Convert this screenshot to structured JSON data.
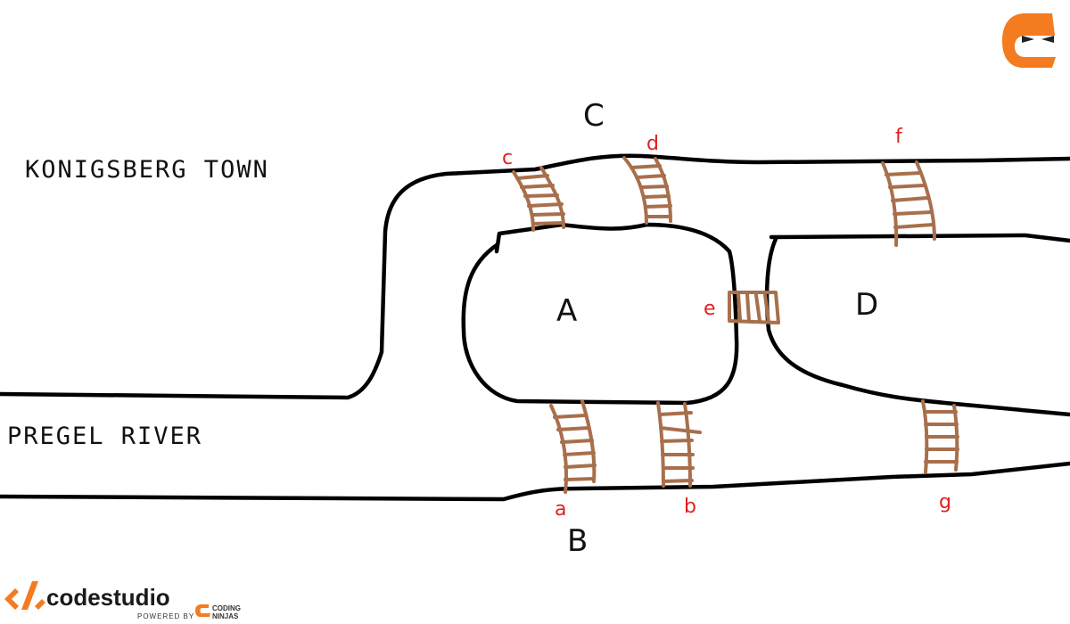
{
  "town_label": "KONIGSBERG TOWN",
  "river_label": "PREGEL RIVER",
  "regions": {
    "A": "A",
    "B": "B",
    "C": "C",
    "D": "D"
  },
  "bridges": {
    "a": "a",
    "b": "b",
    "c": "c",
    "d": "d",
    "e": "e",
    "f": "f",
    "g": "g"
  },
  "footer": {
    "brand": "codestudio",
    "powered_by": "POWERED BY",
    "partner_line1": "CODING",
    "partner_line2": "NINJAS"
  },
  "colors": {
    "ink": "#000000",
    "bridge": "#a86f4c",
    "bridge_label": "#e02020",
    "brand_orange": "#f47b20"
  },
  "icons": {
    "top_right": "coding-ninjas-logo-icon",
    "footer": "codestudio-logo-icon"
  }
}
